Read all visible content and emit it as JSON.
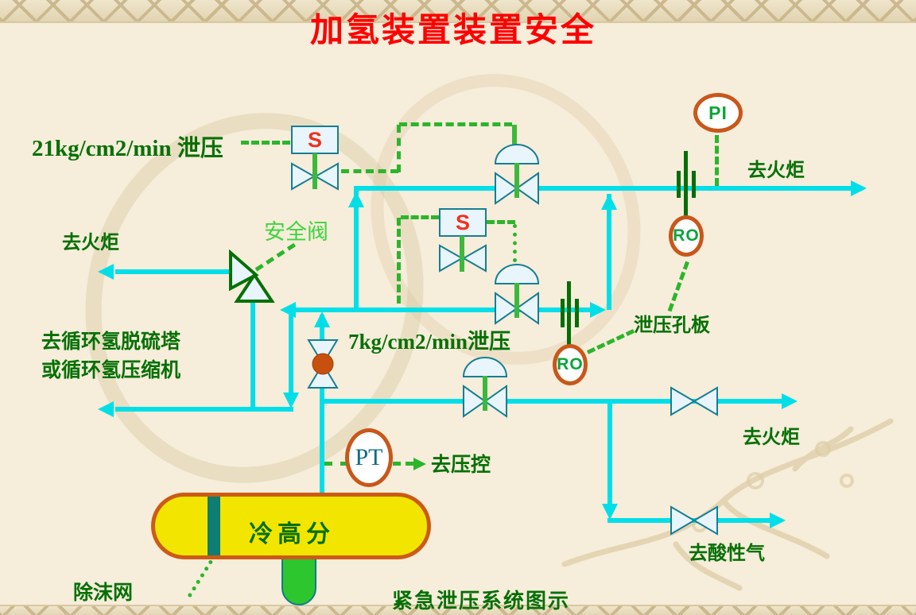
{
  "slide": {
    "title": "加氢装置装置安全",
    "caption": "紧急泄压系统图示"
  },
  "colors": {
    "background": "#f6edda",
    "pipe_cyan": "#00dfe8",
    "signal_green": "#2cb52c",
    "stem_green": "#3cb93c",
    "orifice_dark_green": "#056e05",
    "text_dark_green": "#067006",
    "text_light_green": "#3fd43f",
    "instrument_ring_orange": "#c8571a",
    "instrument_tag_green": "#0aa53c",
    "instrument_tag_teal": "#0d6b85",
    "solenoid_red": "#f43019",
    "title_red": "#fe0000",
    "valve_fill": "#e9f5fc",
    "valve_stroke": "#177e93",
    "vessel_yellow": "#f2e600",
    "vessel_border_orange": "#cc5a14",
    "demister_teal": "#0e7d72",
    "boot_green": "#2ec62e",
    "ball_orange": "#c8500e"
  },
  "labels": {
    "relief_rate_21": "21kg/cm2/min 泄压",
    "relief_rate_7": "7kg/cm2/min泄压",
    "safety_valve": "安全阀",
    "to_flare_top_left": "去火炬",
    "to_flare_top_right": "去火炬",
    "to_flare_mid_right": "去火炬",
    "to_recycle_h2_desulf_tower": "去循环氢脱硫塔",
    "or_recycle_h2_compressor": "或循环氢压缩机",
    "relief_orifice_plate": "泄压孔板",
    "to_acid_gas": "去酸性气",
    "to_pressure_control": "去压控",
    "demister": "除沫网",
    "vessel_name": "冷高分"
  },
  "instruments": {
    "pi": {
      "tag": "PI"
    },
    "ro_top": {
      "tag": "RO"
    },
    "ro_bottom": {
      "tag": "RO"
    },
    "pt": {
      "tag": "PT"
    },
    "solenoid_1": {
      "tag": "S"
    },
    "solenoid_2": {
      "tag": "S"
    }
  }
}
